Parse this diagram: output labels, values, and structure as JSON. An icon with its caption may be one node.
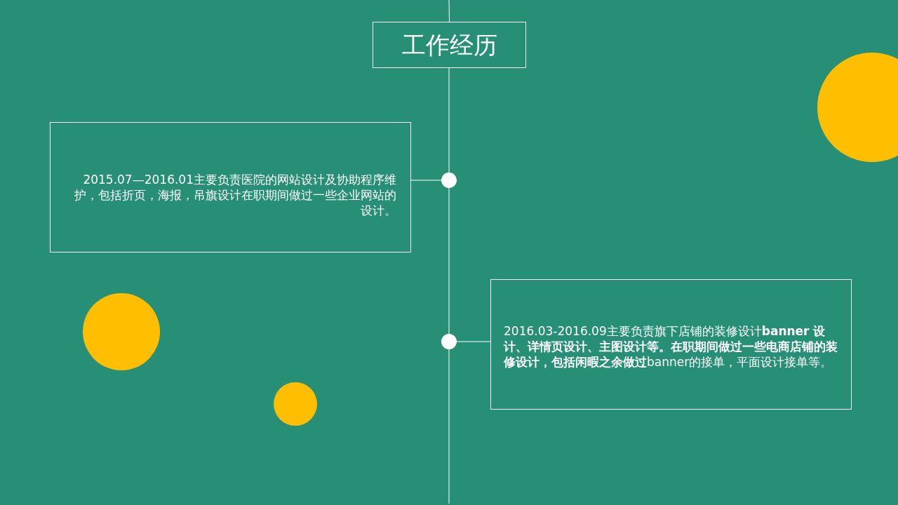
{
  "diagram": {
    "nodes": [
      {
        "text": [
          "工作经历"
        ]
      },
      {
        "text": [
          "2015.07—2016.01主要负责医院的网站设计及协助程序维护，包括折页，海报，吊旗设计在职期间做过一些企业网站的设计。"
        ]
      },
      {
        "text": [],
        "shape": "circle"
      },
      {
        "text": [
          "2016.03-2016.09主要负责旗下店铺的装修设计**banner 设计、详情页设计、主图设计等。在职期间做过一些电商店铺的装修设计，包括闲暇之余做过**banner的接单，平面设计接单等。"
        ]
      },
      {
        "text": [],
        "shape": "circle"
      }
    ],
    "edges": [
      {
        "from": null,
        "to": 0,
        "arrow": "none"
      },
      {
        "from": 0,
        "to": 2,
        "arrow": "none"
      },
      {
        "from": 1,
        "to": 2,
        "arrow": "none"
      },
      {
        "from": 2,
        "to": 4,
        "arrow": "none"
      },
      {
        "from": 3,
        "to": 4,
        "arrow": "none"
      },
      {
        "from": 4,
        "to": null,
        "arrow": "none"
      }
    ]
  }
}
